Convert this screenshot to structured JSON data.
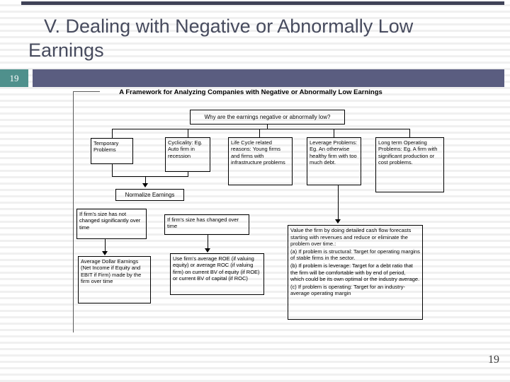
{
  "slide": {
    "title": "V. Dealing with Negative or Abnormally Low Earnings",
    "slide_number_badge": "19",
    "page_number": "19"
  },
  "colors": {
    "accent_teal": "#4F908C",
    "accent_purple": "#5A5D80",
    "top_bar": "#3F4257",
    "title_text": "#474B5E"
  },
  "diagram": {
    "title": "A Framework for Analyzing Companies with Negative or Abnormally Low Earnings",
    "question": "Why are the earnings negative or abnormally low?",
    "causes": [
      {
        "label": "Temporary Problems"
      },
      {
        "label": "Cyclicality: Eg. Auto firm in recession"
      },
      {
        "label": "Life Cycle related reasons: Young firms and firms with infrastructure problems"
      },
      {
        "label": "Leverage Problems: Eg. An otherwise healthy firm with too much debt."
      },
      {
        "label": "Long term Operating Problems: Eg. A firm with significant production or cost problems."
      }
    ],
    "normalize": "Normalize Earnings",
    "size_not_changed": "If firm's size has not changed significantly over time",
    "size_changed": "If firm's size has changed over time",
    "avg_dollar": "Average Dollar Earnings (Net Income if Equity and EBIT if Firm) made by the firm over time",
    "avg_roe": "Use firm's average ROE (if valuing equity) or average ROC (if valuing firm) on current BV of equity (if ROE) or current BV of capital (if ROC)",
    "value_firm_lines": [
      "Value the firm by doing detailed cash flow forecasts starting with revenues and reduce or eliminate the problem over time.:",
      "(a) If problem is structural: Target for operating margins of stable firms in the sector.",
      "(b) If problem is leverage: Target for a debt ratio that the firm will be comfortable with by end of period, which could be its own optimal or the industry average.",
      "(c) If problem is operating: Target for an industry-average operating margin"
    ]
  }
}
